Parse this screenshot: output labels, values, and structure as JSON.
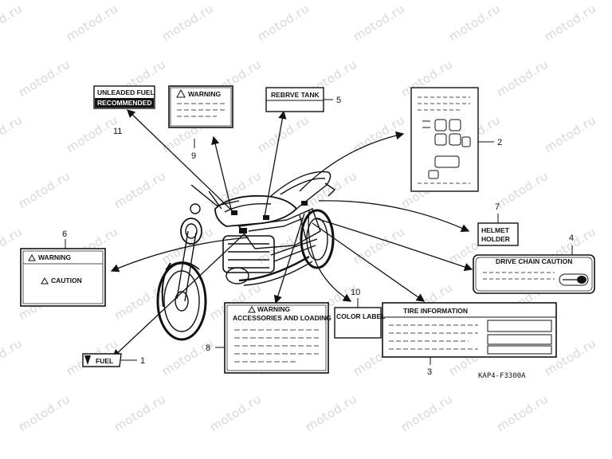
{
  "watermark_text": "motod.ru",
  "diagram_code": "KAP4-F3300A",
  "labels": {
    "fuel": {
      "number": "1",
      "text": "FUEL"
    },
    "manual": {
      "number": "2"
    },
    "tire": {
      "number": "3",
      "title": "TIRE  INFORMATION"
    },
    "chain": {
      "number": "4",
      "title": "DRIVE CHAIN CAUTION"
    },
    "reserve": {
      "number": "5",
      "text": "REBRVE TANK"
    },
    "warning6": {
      "number": "6",
      "warning": "WARNING",
      "caution": "CAUTION"
    },
    "helmet": {
      "number": "7",
      "line1": "HELMET",
      "line2": "HOLDER"
    },
    "accessories": {
      "number": "8",
      "warning": "WARNING",
      "subtitle": "ACCESSORIES AND LOADING"
    },
    "warning9": {
      "number": "9",
      "warning": "WARNING"
    },
    "color": {
      "number": "10",
      "text": "COLOR LABEL"
    },
    "unleaded": {
      "number": "11",
      "line1": "UNLEADED FUEL",
      "line2": "RECOMMENDED"
    }
  }
}
